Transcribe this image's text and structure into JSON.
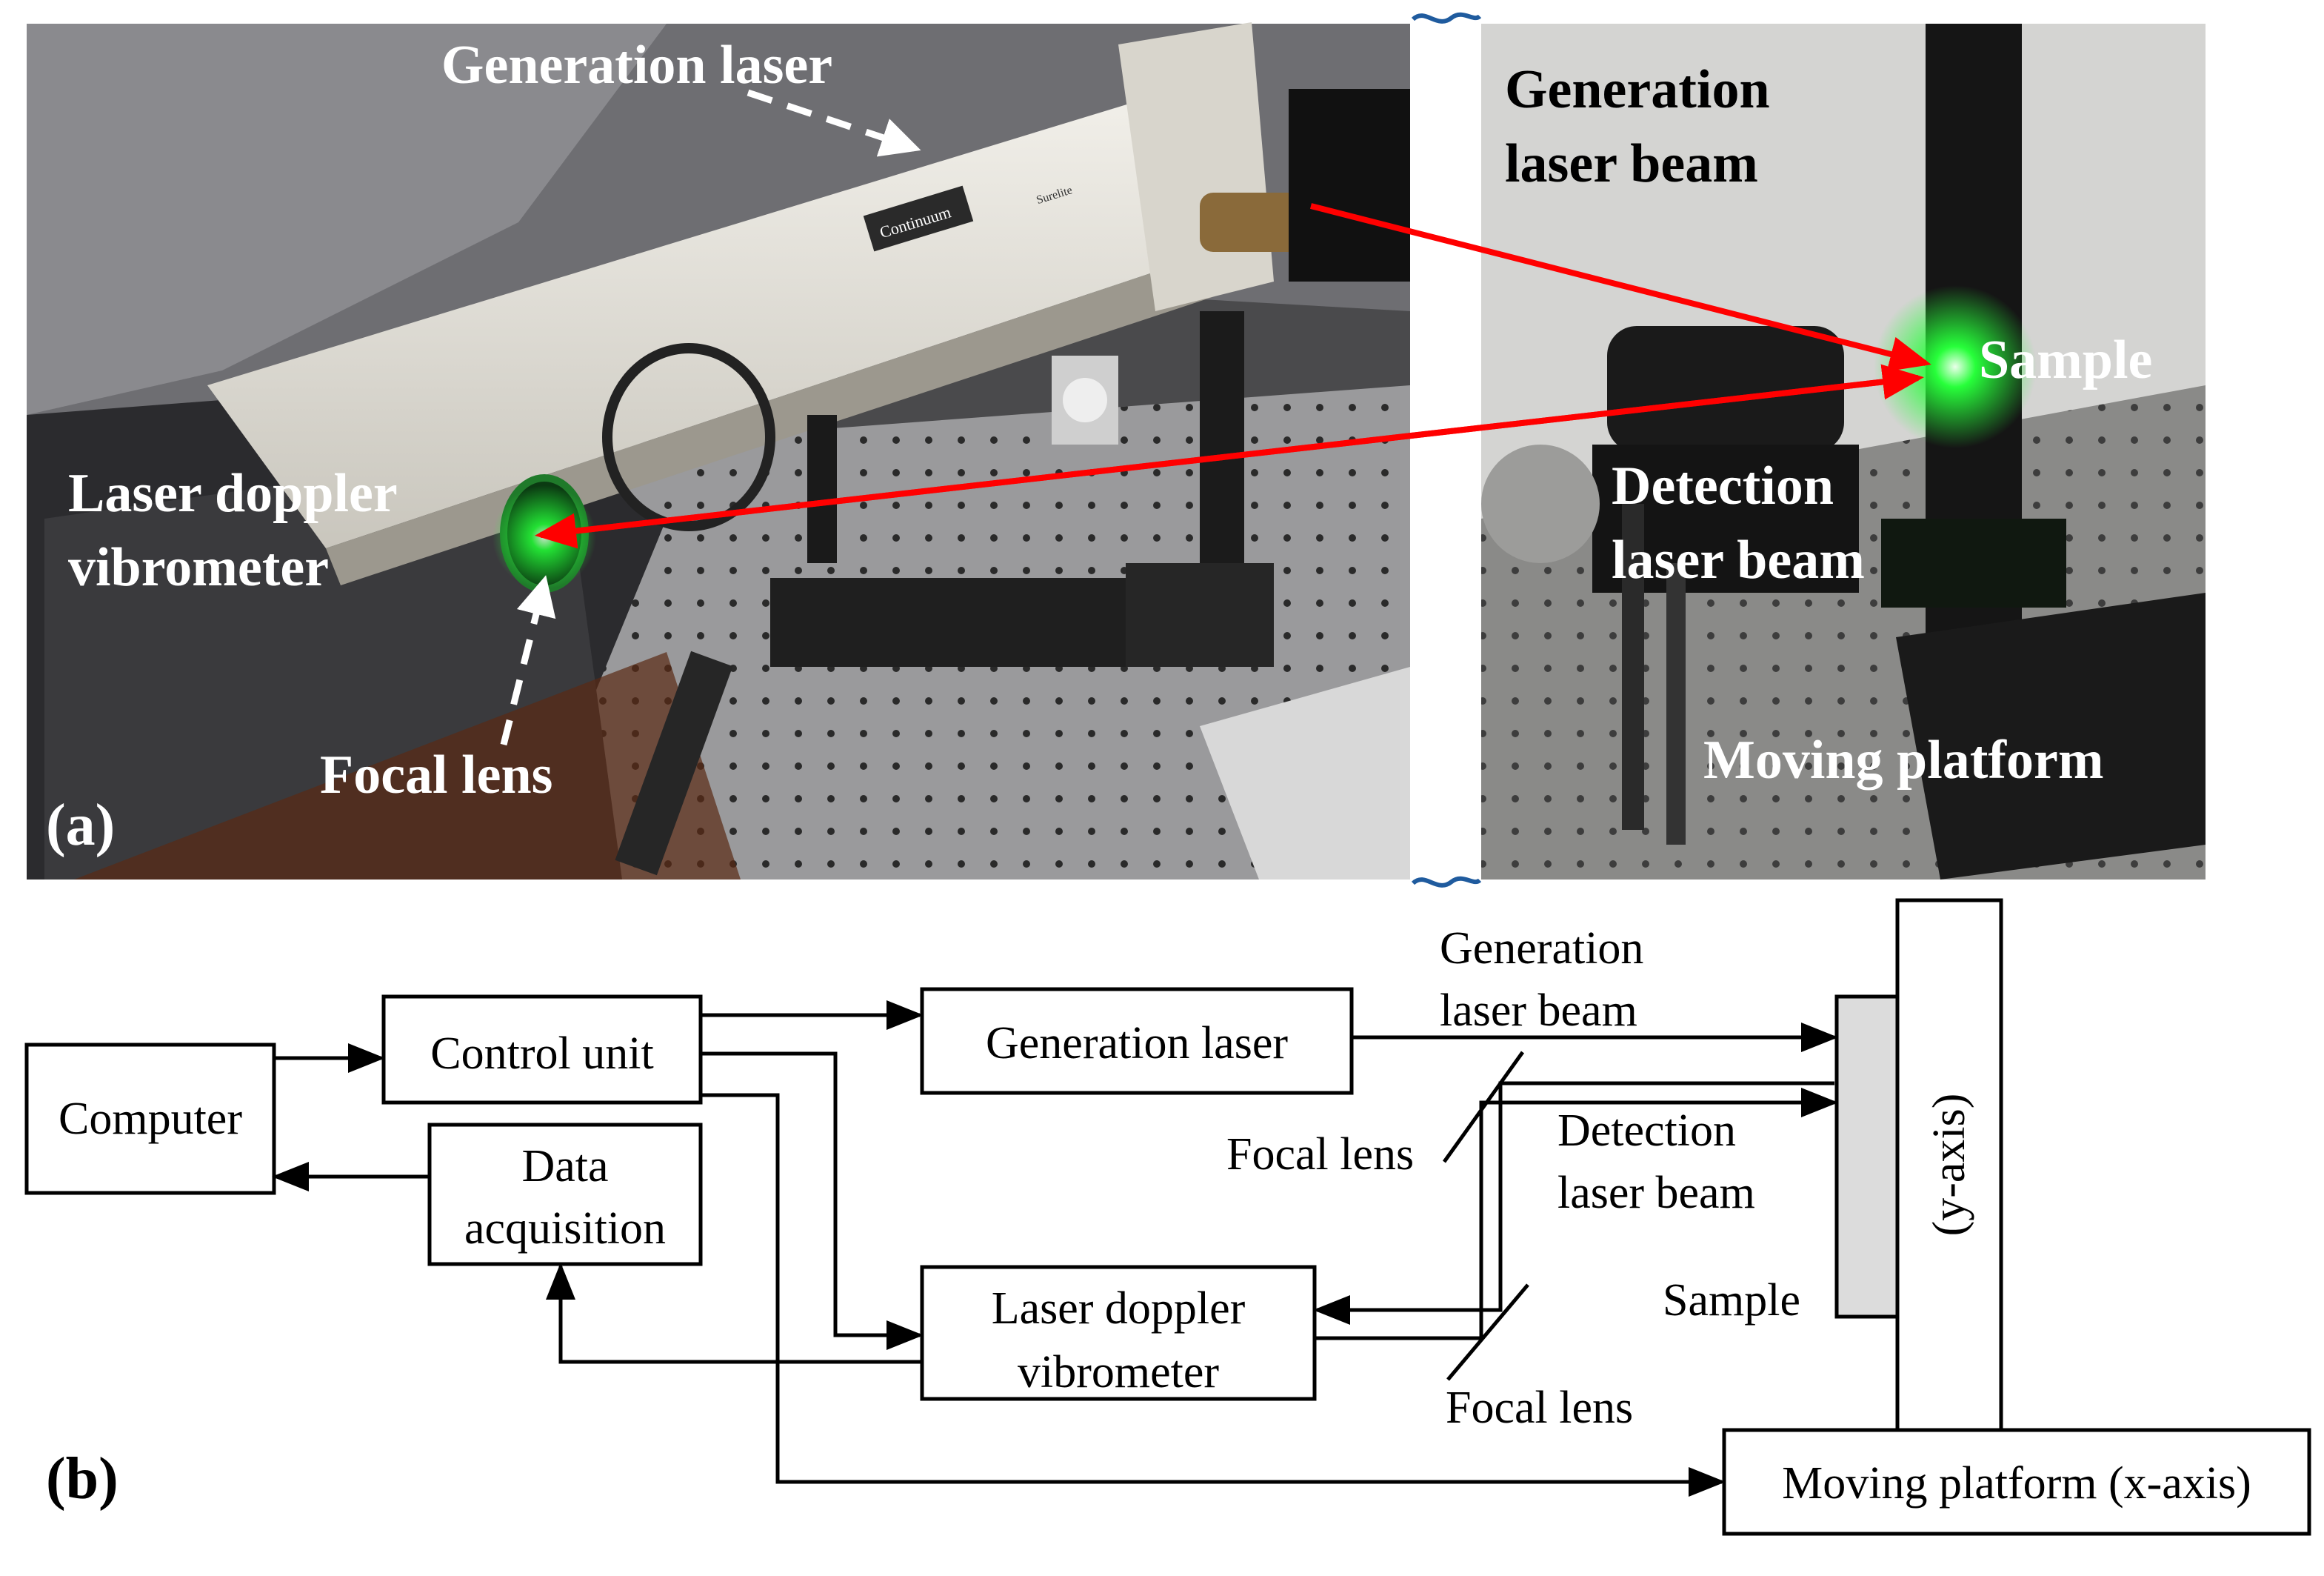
{
  "panel_a": {
    "panel_label": "(a)",
    "generation_laser": "Generation laser",
    "generation_laser_beam": [
      "Generation",
      "laser beam"
    ],
    "sample": "Sample",
    "laser_doppler_vibrometer": [
      "Laser doppler",
      "vibrometer"
    ],
    "detection_laser_beam": [
      "Detection",
      "laser beam"
    ],
    "focal_lens": "Focal lens",
    "moving_platform": "Moving platform",
    "device_brand": "Continuum",
    "device_model": "Surelite"
  },
  "panel_b": {
    "panel_label": "(b)",
    "computer": "Computer",
    "control_unit": "Control unit",
    "data_acquisition": [
      "Data",
      "acquisition"
    ],
    "generation_laser": "Generation laser",
    "laser_doppler_vibrometer": [
      "Laser doppler",
      "vibrometer"
    ],
    "generation_laser_beam": [
      "Generation",
      "laser beam"
    ],
    "detection_laser_beam": [
      "Detection",
      "laser beam"
    ],
    "focal_lens_top": "Focal lens",
    "focal_lens_bottom": "Focal lens",
    "sample": "Sample",
    "y_axis": "(y-axis)",
    "moving_platform": "Moving platform (x-axis)"
  },
  "colors": {
    "beam_arrow": "#ff0000",
    "sample_fill": "#dcdcdc",
    "laser_glow": "#27ff3a"
  }
}
